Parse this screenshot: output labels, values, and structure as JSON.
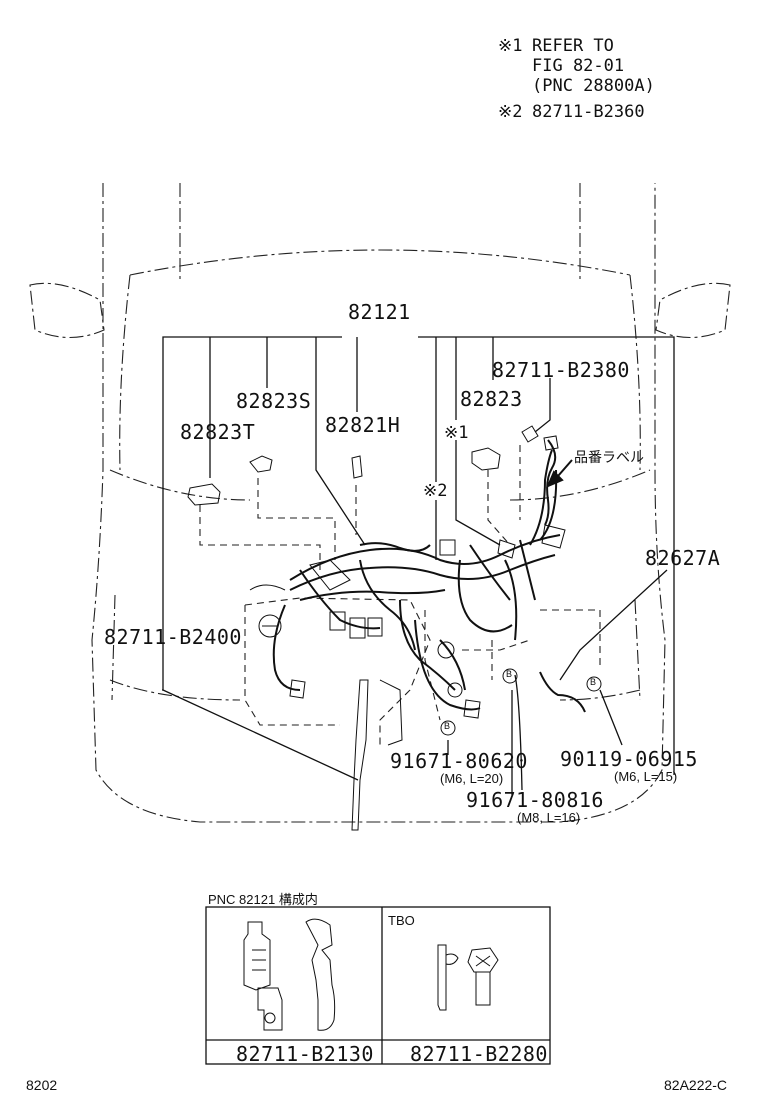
{
  "notes": [
    {
      "mark": "※1",
      "lines": [
        "REFER TO",
        "FIG 82-01",
        "(PNC 28800A)"
      ]
    },
    {
      "mark": "※2",
      "lines": [
        "82711-B2360"
      ]
    }
  ],
  "callouts": {
    "main": "82121",
    "c82823T": "82823T",
    "c82823S": "82823S",
    "c82821H": "82821H",
    "c82823": "82823",
    "c82711B2380": "82711-B2380",
    "c82711B2400": "82711-B2400",
    "c82627A": "82627A",
    "ref1": "※1",
    "ref2": "※2",
    "label_jp": "品番ラベル",
    "b1": "B",
    "b2": "B",
    "b3": "B"
  },
  "bolts": [
    {
      "part": "91671-80620",
      "spec": "(M6, L=20)"
    },
    {
      "part": "91671-80816",
      "spec": "(M8, L=16)"
    },
    {
      "part": "90119-06915",
      "spec": "(M6, L=15)"
    }
  ],
  "inset": {
    "title": "PNC 82121 構成内",
    "tbo": "TBO",
    "left_part": "82711-B2130",
    "right_part": "82711-B2280"
  },
  "footer": {
    "page": "8202",
    "fig": "82A222-C"
  }
}
